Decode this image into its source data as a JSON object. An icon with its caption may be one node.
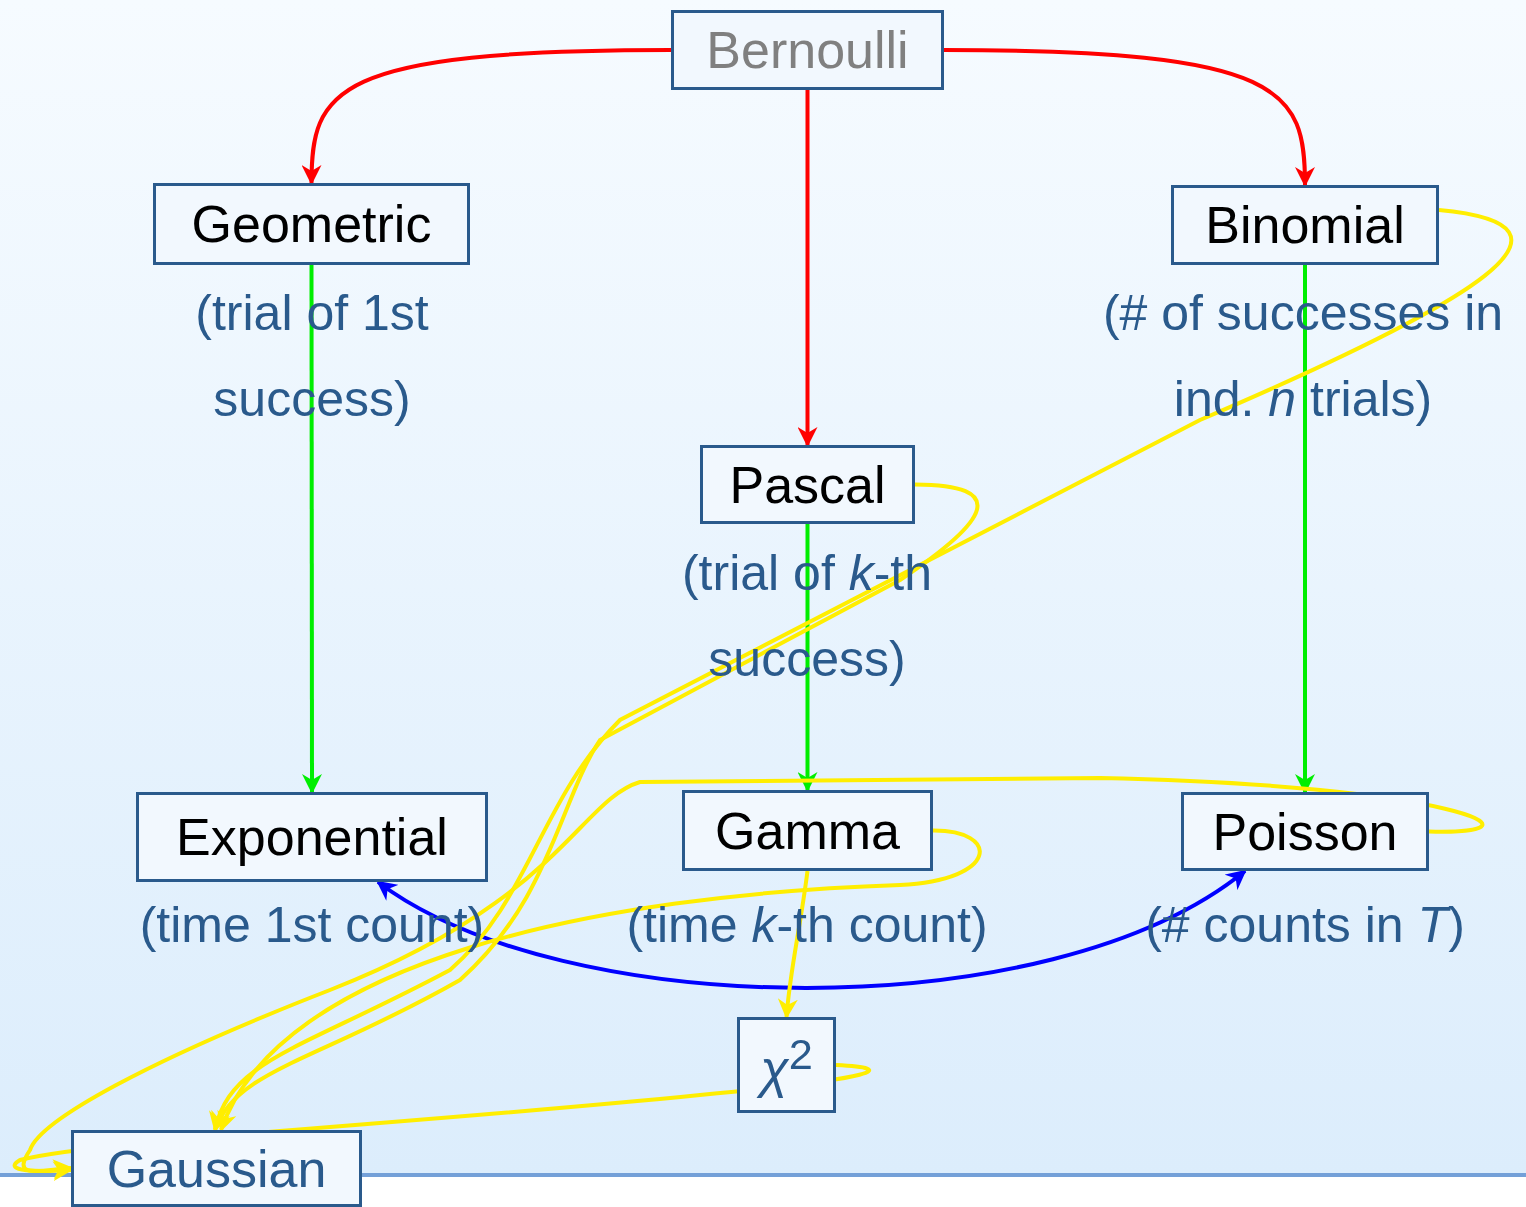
{
  "diagram": {
    "nodes": [
      {
        "text": [
          "Bernoulli"
        ]
      },
      {
        "text": [
          "Geometric"
        ],
        "beside": [
          "(trial of 1st success)"
        ]
      },
      {
        "text": [
          "Binomial"
        ],
        "beside": [
          "(# of successes in ind. *n* trials)"
        ]
      },
      {
        "text": [
          "Pascal"
        ],
        "beside": [
          "(trial of *k*-th success)"
        ]
      },
      {
        "text": [
          "Exponential"
        ],
        "beside": [
          "(time 1st count)"
        ]
      },
      {
        "text": [
          "Gamma"
        ],
        "beside": [
          "(time *k*-th count)"
        ]
      },
      {
        "text": [
          "Poisson"
        ],
        "beside": [
          "(# counts in *T*)"
        ]
      },
      {
        "text": [
          "*χ*$^{2}$"
        ]
      },
      {
        "text": [
          "Gaussian"
        ]
      }
    ],
    "edges": [
      {
        "from": 0,
        "to": 1,
        "arrow": "to",
        "color": "#ff0000"
      },
      {
        "from": 0,
        "to": 3,
        "arrow": "to",
        "color": "#ff0000"
      },
      {
        "from": 0,
        "to": 2,
        "arrow": "to",
        "color": "#ff0000"
      },
      {
        "from": 1,
        "to": 4,
        "arrow": "to",
        "color": "#00ee00"
      },
      {
        "from": 3,
        "to": 5,
        "arrow": "to",
        "color": "#00ee00"
      },
      {
        "from": 2,
        "to": 6,
        "arrow": "to",
        "color": "#00ee00"
      },
      {
        "from": 4,
        "to": 6,
        "arrow": "both",
        "color": "#0000ff"
      },
      {
        "from": 5,
        "to": 7,
        "arrow": "to"
      },
      {
        "from": 2,
        "to": 8,
        "arrow": "to"
      },
      {
        "from": 3,
        "to": 8,
        "arrow": "to"
      },
      {
        "from": 5,
        "to": 8,
        "arrow": "to"
      },
      {
        "from": 6,
        "to": 8,
        "arrow": "to"
      },
      {
        "from": 7,
        "to": 8,
        "arrow": "to"
      }
    ]
  }
}
